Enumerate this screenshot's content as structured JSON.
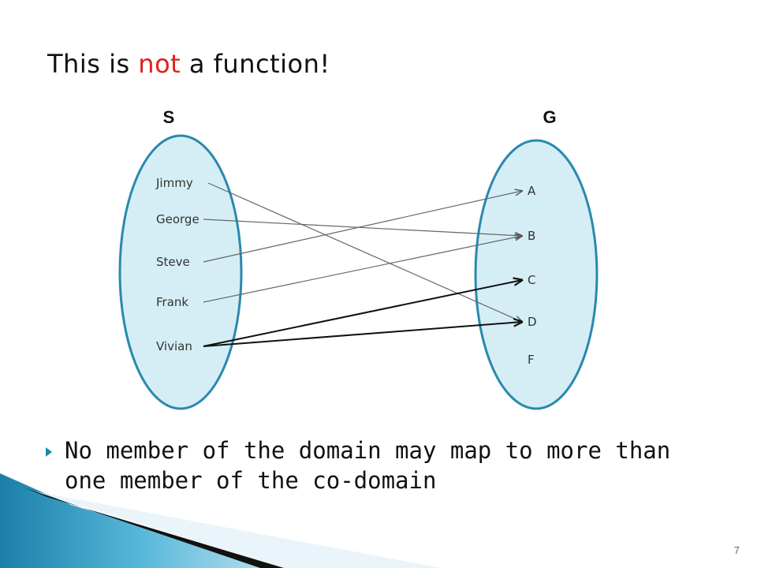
{
  "slide": {
    "title_before": "This is ",
    "title_emphasis": "not",
    "title_after": " a function!",
    "bullet": "No member of the domain may map to more than one member of the co-domain",
    "page_number": "7",
    "accent_color": "#e0201c",
    "bullet_color": "#1f8aa8"
  },
  "diagram": {
    "domain_label": "S",
    "codomain_label": "G",
    "domain_items": [
      "Jimmy",
      "George",
      "Steve",
      "Frank",
      "Vivian"
    ],
    "codomain_items": [
      "A",
      "B",
      "C",
      "D",
      "F"
    ],
    "mappings": [
      {
        "from": "Jimmy",
        "to": "D",
        "emphasis": false
      },
      {
        "from": "George",
        "to": "B",
        "emphasis": false
      },
      {
        "from": "Steve",
        "to": "A",
        "emphasis": false
      },
      {
        "from": "Frank",
        "to": "B",
        "emphasis": false
      },
      {
        "from": "Vivian",
        "to": "C",
        "emphasis": true
      },
      {
        "from": "Vivian",
        "to": "D",
        "emphasis": true
      }
    ],
    "oval_fill": "#d5eef5",
    "oval_stroke": "#2a89ad"
  }
}
